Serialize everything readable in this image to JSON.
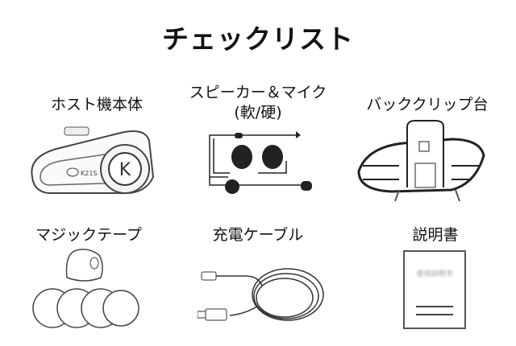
{
  "title": "チェックリスト",
  "items": [
    {
      "label": "ホスト機本体",
      "icon": "intercom-device",
      "model_text": "K21S",
      "logo_letter": "K"
    },
    {
      "label": "スピーカー＆マイク",
      "sublabel": "(軟/硬)",
      "icon": "speaker-mic"
    },
    {
      "label": "バッククリップ台",
      "icon": "back-clip-mount"
    },
    {
      "label": "マジックテープ",
      "icon": "velcro-pads"
    },
    {
      "label": "充電ケーブル",
      "icon": "charging-cable"
    },
    {
      "label": "説明書",
      "icon": "manual",
      "manual_title": "使用説明书"
    }
  ]
}
